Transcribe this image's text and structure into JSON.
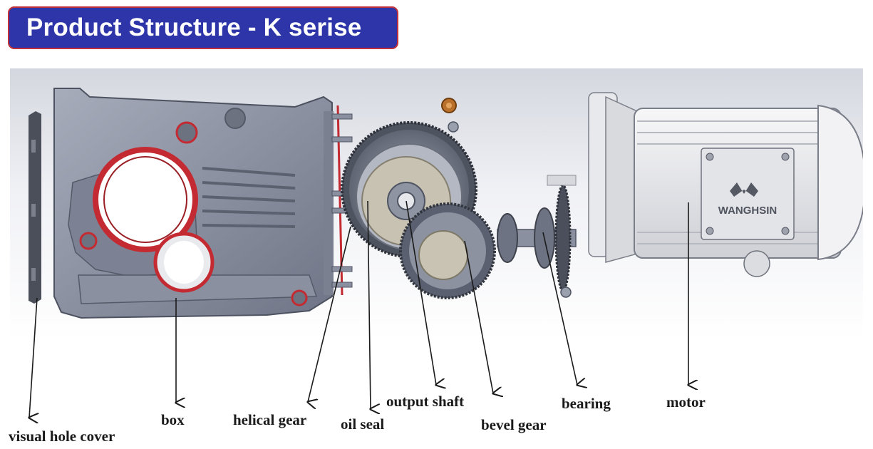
{
  "title": "Product Structure - K serise",
  "brand_mark": "WANGHSIN",
  "labels": {
    "visual_hole_cover": "visual hole cover",
    "box": "box",
    "helical_gear": "helical gear",
    "oil_seal": "oil seal",
    "output_shaft": "output shaft",
    "bevel_gear": "bevel gear",
    "bearing": "bearing",
    "motor": "motor"
  },
  "colors": {
    "banner": "#2e35a8",
    "banner_border": "#c0303a",
    "housing": "#8d93a5",
    "seal_red": "#c42a32",
    "motor_body": "#ececef"
  }
}
